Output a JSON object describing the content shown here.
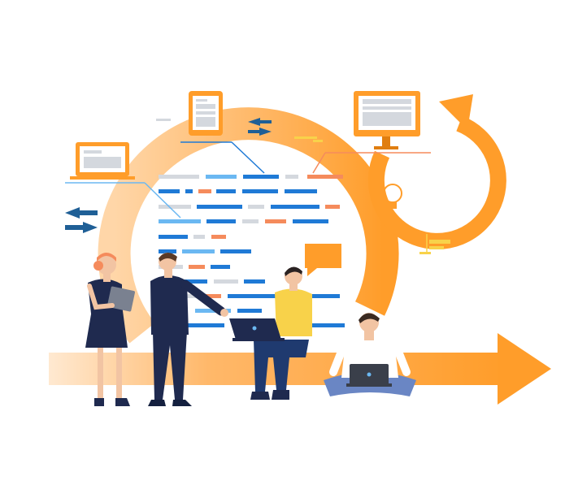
{
  "colors": {
    "orange": "#ff9d2a",
    "orange_light": "#ffc887",
    "orange_pale": "#ffe4c4",
    "blue": "#1f7ad6",
    "blue_light": "#6bb8f2",
    "salmon": "#f58b5c",
    "grey": "#d4d8de",
    "navy": "#1f2a4f",
    "skin": "#f2c4a3",
    "yellow": "#f8d24a"
  },
  "icons": [
    "cycle-arrow-icon",
    "circular-arrow-icon",
    "lightbulb-icon",
    "swap-arrows-icon",
    "speech-bubble-icon",
    "laptop-icon",
    "tablet-icon",
    "monitor-icon"
  ],
  "people": [
    "woman-with-tablet",
    "man-presenting",
    "man-with-laptop-sitting",
    "man-with-laptop-cross-legged"
  ]
}
